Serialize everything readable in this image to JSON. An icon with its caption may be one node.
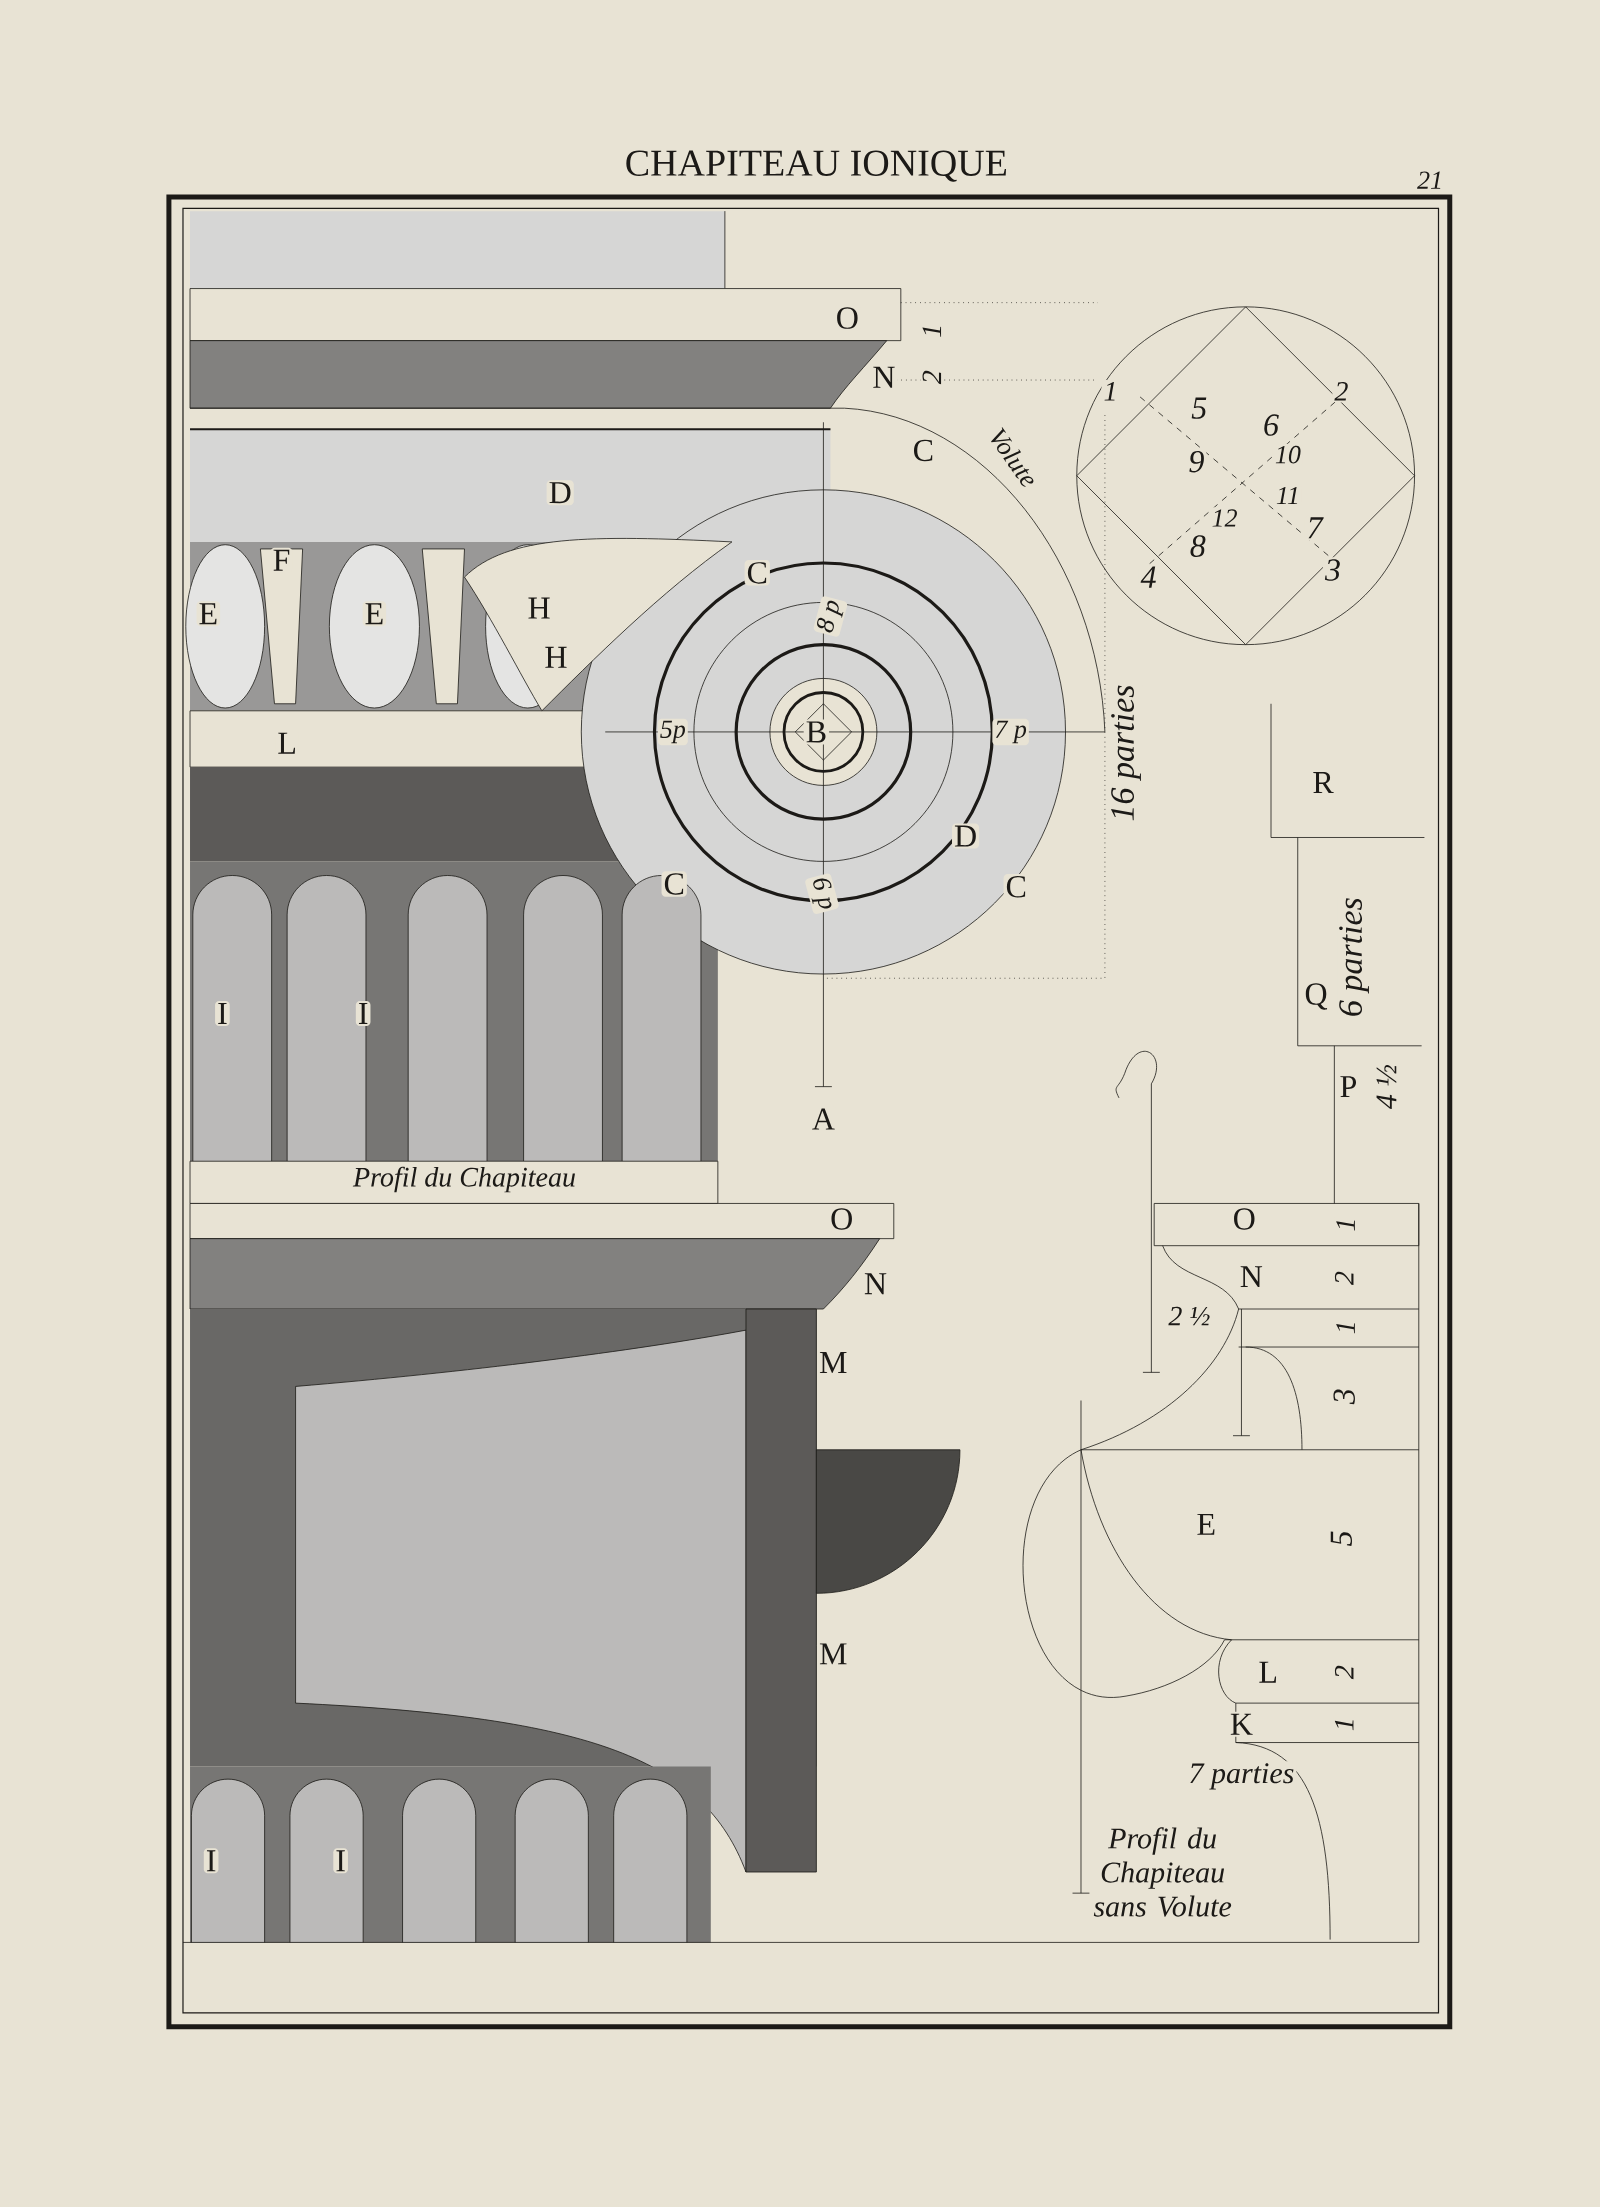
{
  "diagram": {
    "title": "CHAPITEAU IONIQUE",
    "labels": [
      "21",
      "O",
      "1",
      "N",
      "2",
      "C",
      "Volute",
      "D",
      "F",
      "E",
      "E",
      "H",
      "H",
      "C",
      "8 p",
      "5p",
      "B",
      "7 p",
      "16 parties",
      "L",
      "D",
      "C",
      "C",
      "6 p",
      "I",
      "I",
      "A",
      "1",
      "2",
      "5",
      "6",
      "9",
      "10",
      "11",
      "12",
      "8",
      "7",
      "4",
      "3",
      "R",
      "Q",
      "6 parties",
      "P",
      "4 ½",
      "Profil du Chapiteau",
      "O",
      "O",
      "1",
      "N",
      "N",
      "2",
      "2 ½",
      "1",
      "M",
      "3",
      "E",
      "5",
      "M",
      "L",
      "2",
      "K",
      "1",
      "7 parties",
      "I",
      "I",
      "Profil du Chapiteau sans Volute"
    ]
  }
}
